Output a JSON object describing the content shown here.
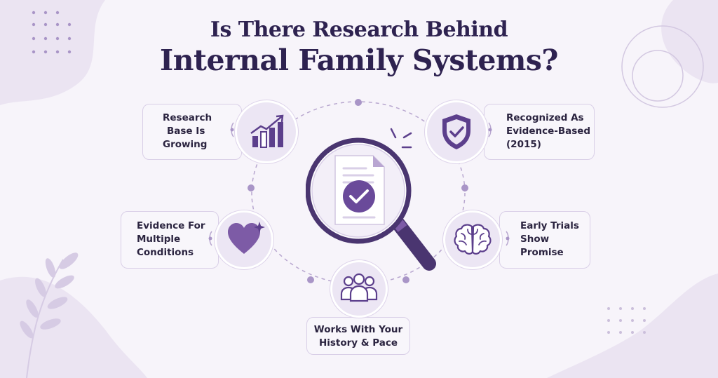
{
  "title": {
    "line1": "Is There Research Behind",
    "line2": "Internal Family Systems?"
  },
  "items": [
    {
      "id": "research-base",
      "label_lines": [
        "Research",
        "Base Is",
        "Growing"
      ],
      "icon": "bar-chart-trend-icon"
    },
    {
      "id": "evidence-based",
      "label_lines": [
        "Recognized As",
        "Evidence-Based",
        "(2015)"
      ],
      "icon": "shield-check-icon"
    },
    {
      "id": "multiple-conditions",
      "label_lines": [
        "Evidence For",
        "Multiple",
        "Conditions"
      ],
      "icon": "heart-sparkle-icon"
    },
    {
      "id": "early-trials",
      "label_lines": [
        "Early Trials",
        "Show",
        "Promise"
      ],
      "icon": "brain-icon"
    },
    {
      "id": "history-pace",
      "label_lines": [
        "Works With Your",
        "History & Pace"
      ],
      "icon": "people-group-icon"
    }
  ],
  "center_icon": "magnifying-glass-document-check-icon",
  "colors": {
    "title": "#2e2250",
    "accent": "#6a4a9a",
    "accent_light": "#8c74b4",
    "circle_fill": "#ece6f4",
    "card_border": "#d9cfe7",
    "background": "#f7f4fa"
  }
}
